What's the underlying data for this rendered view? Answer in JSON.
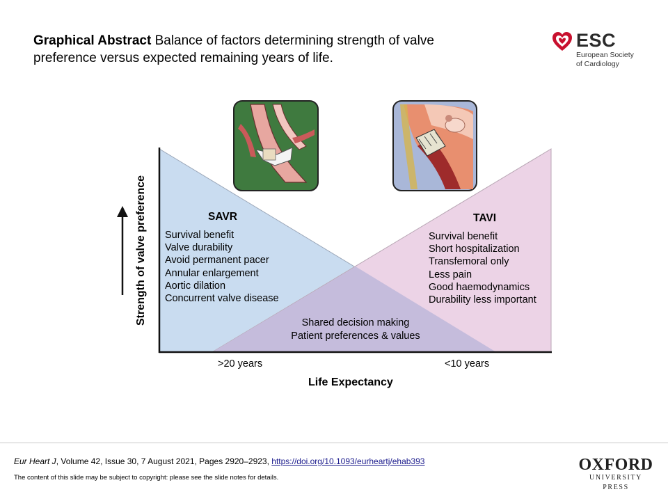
{
  "header": {
    "title_bold": "Graphical Abstract",
    "title_text": " Balance of factors determining strength of valve preference versus expected remaining years of life."
  },
  "esc_logo": {
    "acronym": "ESC",
    "line1": "European Society",
    "line2": "of Cardiology",
    "color": "#c8102e"
  },
  "diagram": {
    "y_axis_label": "Strength of valve preference",
    "x_axis_label": "Life Expectancy",
    "tick_left": ">20 years",
    "tick_right": "<10 years",
    "savr": {
      "heading": "SAVR",
      "color": "#c9dcf0",
      "items": [
        "Survival benefit",
        "Valve durability",
        "Avoid permanent pacer",
        "Annular enlargement",
        "Aortic dilation",
        "Concurrent valve disease"
      ]
    },
    "tavi": {
      "heading": "TAVI",
      "color": "#ecd3e6",
      "items": [
        "Survival benefit",
        "Short hospitalization",
        "Transfemoral only",
        "Less pain",
        "Good haemodynamics",
        "Durability less important"
      ]
    },
    "overlap_color": "#c5bcdc",
    "shared": {
      "line1": "Shared decision making",
      "line2": "Patient preferences & values"
    },
    "image_left_bg": "#3f7a3f",
    "image_right_bg": "#a9b7d8"
  },
  "footer": {
    "journal": "Eur Heart J",
    "citation_rest": ", Volume 42, Issue 30, 7 August 2021, Pages 2920–2923, ",
    "doi_link": "https://doi.org/10.1093/eurheartj/ehab393",
    "copyright": "The content of this slide may be subject to copyright: please see the slide notes for details.",
    "publisher_main": "OXFORD",
    "publisher_sub": "UNIVERSITY PRESS"
  }
}
